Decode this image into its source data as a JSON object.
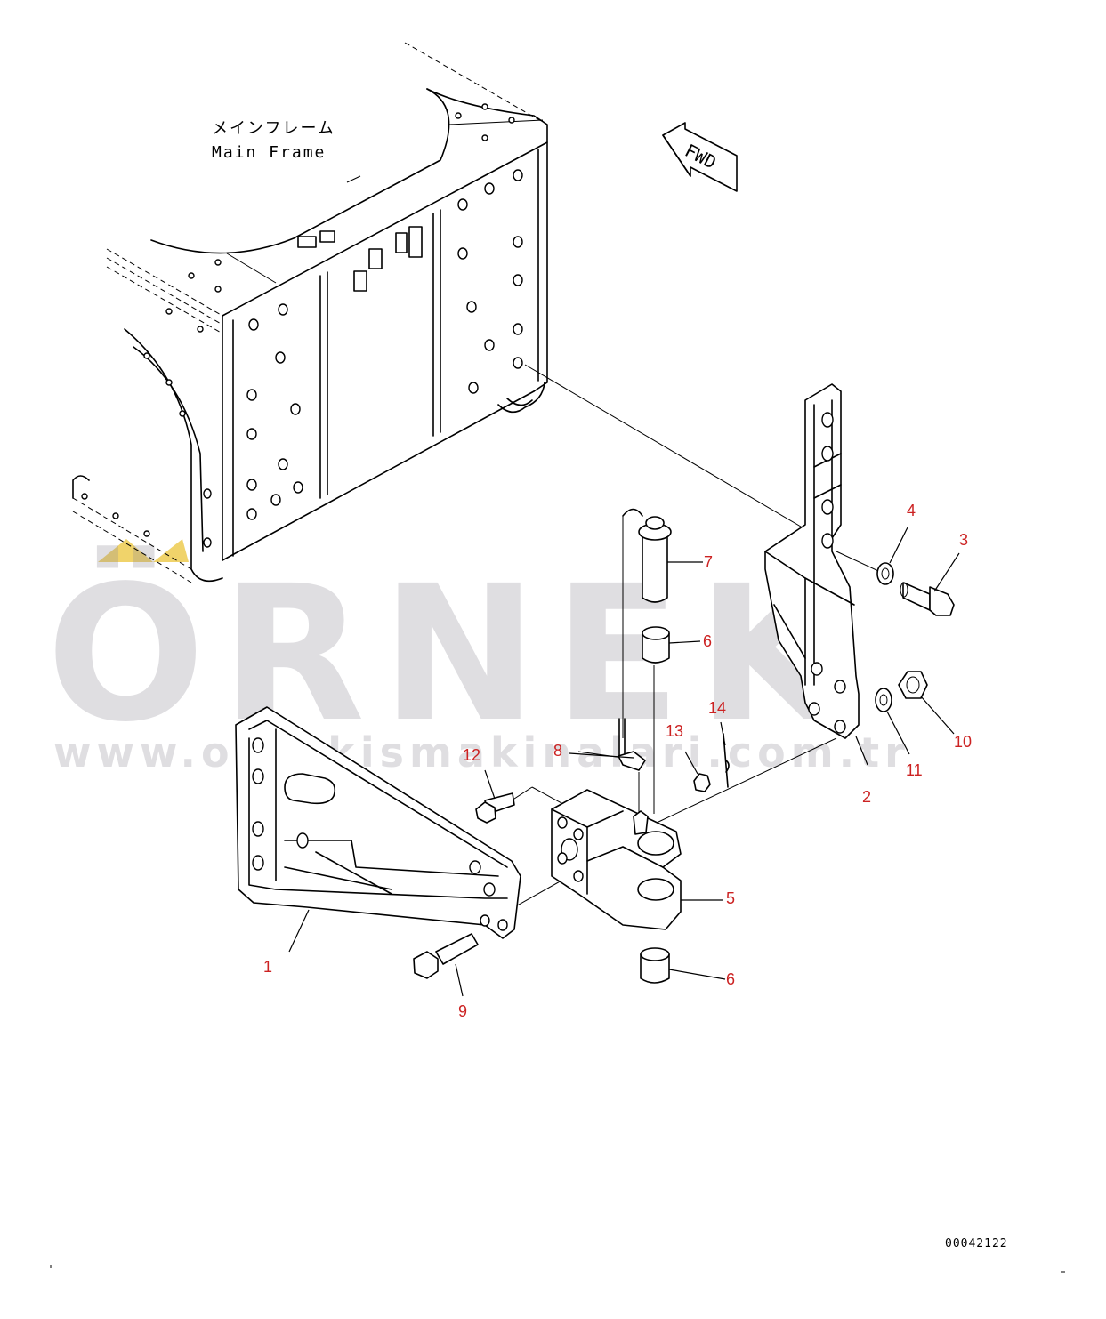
{
  "frame_label": {
    "jp": "メインフレーム",
    "en": "Main Frame"
  },
  "fwd_label": "FWD",
  "drawing_number": "00042122",
  "watermark": {
    "brand": "ÖRNEK",
    "url": "www.ornekismakinalari.com.tr",
    "accent_color": "#f0d36a",
    "text_color": "#8c8794"
  },
  "callout_color": "#cc2222",
  "callouts": [
    {
      "id": "1",
      "label": "1"
    },
    {
      "id": "2",
      "label": "2"
    },
    {
      "id": "3",
      "label": "3"
    },
    {
      "id": "4",
      "label": "4"
    },
    {
      "id": "5",
      "label": "5"
    },
    {
      "id": "6a",
      "label": "6"
    },
    {
      "id": "6b",
      "label": "6"
    },
    {
      "id": "7",
      "label": "7"
    },
    {
      "id": "8",
      "label": "8"
    },
    {
      "id": "9",
      "label": "9"
    },
    {
      "id": "10",
      "label": "10"
    },
    {
      "id": "11",
      "label": "11"
    },
    {
      "id": "12",
      "label": "12"
    },
    {
      "id": "13",
      "label": "13"
    },
    {
      "id": "14",
      "label": "14"
    }
  ]
}
